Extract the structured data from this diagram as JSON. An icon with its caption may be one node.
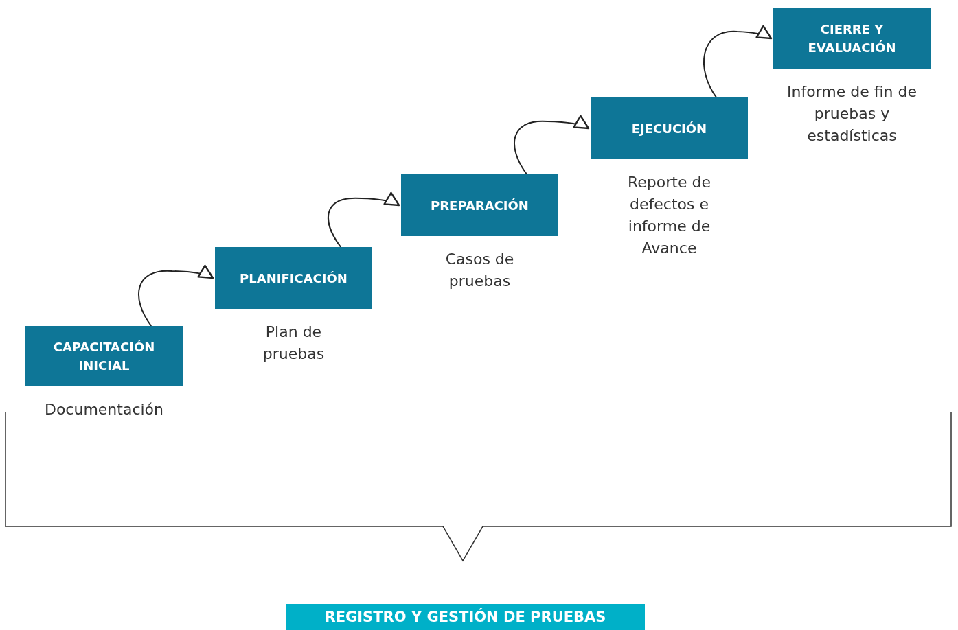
{
  "diagram": {
    "nodes": [
      {
        "text": [
          "CAPACITACIÓN INICIAL"
        ],
        "beside": [
          "Documentación"
        ]
      },
      {
        "text": [
          "PLANIFICACIÓN"
        ],
        "beside": [
          "Plan de pruebas"
        ]
      },
      {
        "text": [
          "PREPARACIÓN"
        ],
        "beside": [
          "Casos de pruebas"
        ]
      },
      {
        "text": [
          "EJECUCIÓN"
        ],
        "beside": [
          "Reporte de defectos e informe de Avance"
        ]
      },
      {
        "text": [
          "CIERRE Y EVALUACIÓN"
        ],
        "beside": [
          "Informe de fin de pruebas y estadísticas"
        ]
      },
      {
        "text": [
          "REGISTRO Y GESTIÓN DE PRUEBAS"
        ]
      }
    ],
    "edges": [
      {
        "from": 0,
        "to": 1,
        "arrow": "to"
      },
      {
        "from": 1,
        "to": 2,
        "arrow": "to"
      },
      {
        "from": 2,
        "to": 3,
        "arrow": "to"
      },
      {
        "from": 3,
        "to": 4,
        "arrow": "to"
      }
    ]
  }
}
